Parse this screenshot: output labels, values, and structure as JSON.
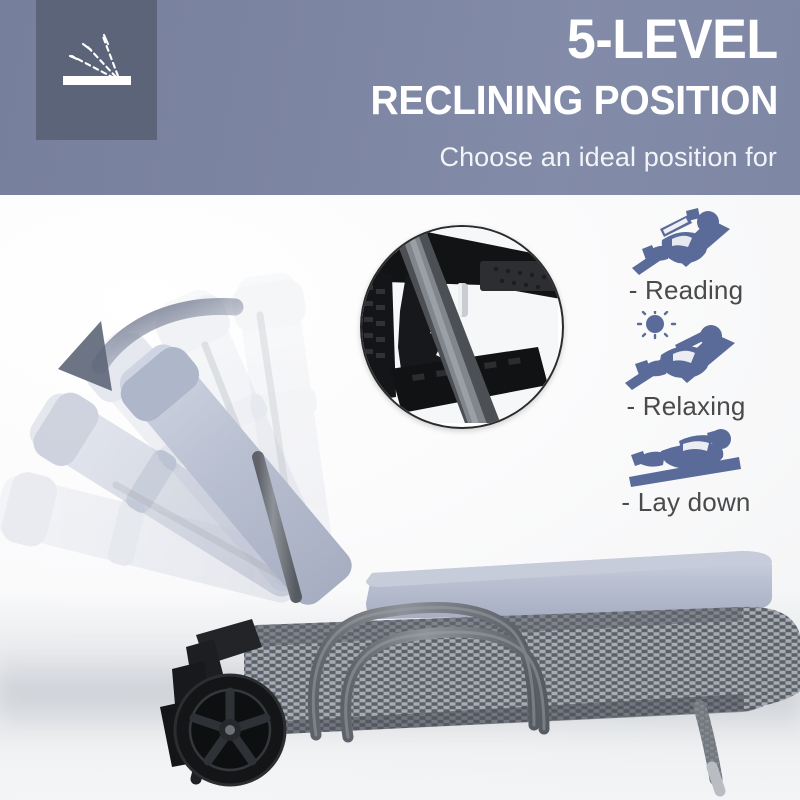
{
  "banner": {
    "title": "5-LEVEL",
    "subtitle": "RECLINING POSITION",
    "tagline": "Choose an ideal position for",
    "icon_name": "recline-angles-icon",
    "bg_color_left": "#767f9c",
    "bg_color_right": "#7e87a4",
    "icon_box_color": "#5c6479",
    "text_color": "#ffffff"
  },
  "features": {
    "accent_color": "#5a6b9a",
    "label_color": "#4a4a4a",
    "items": [
      {
        "label": "- Reading",
        "icon_name": "person-reading-on-lounger-icon"
      },
      {
        "label": "- Relaxing",
        "icon_name": "person-relaxing-in-sun-icon"
      },
      {
        "label": "- Lay down",
        "icon_name": "person-lying-flat-icon"
      }
    ]
  },
  "product": {
    "name": "rattan-sun-lounger",
    "frame_color": "#6f7276",
    "weave_color": "#8a8d92",
    "cushion_color": "#b4bbcd",
    "wheel_color": "#1a1a1a",
    "recline_ghost_count": 5,
    "arrow_name": "recline-direction-arrow",
    "callout_name": "recline-mechanism-closeup"
  }
}
